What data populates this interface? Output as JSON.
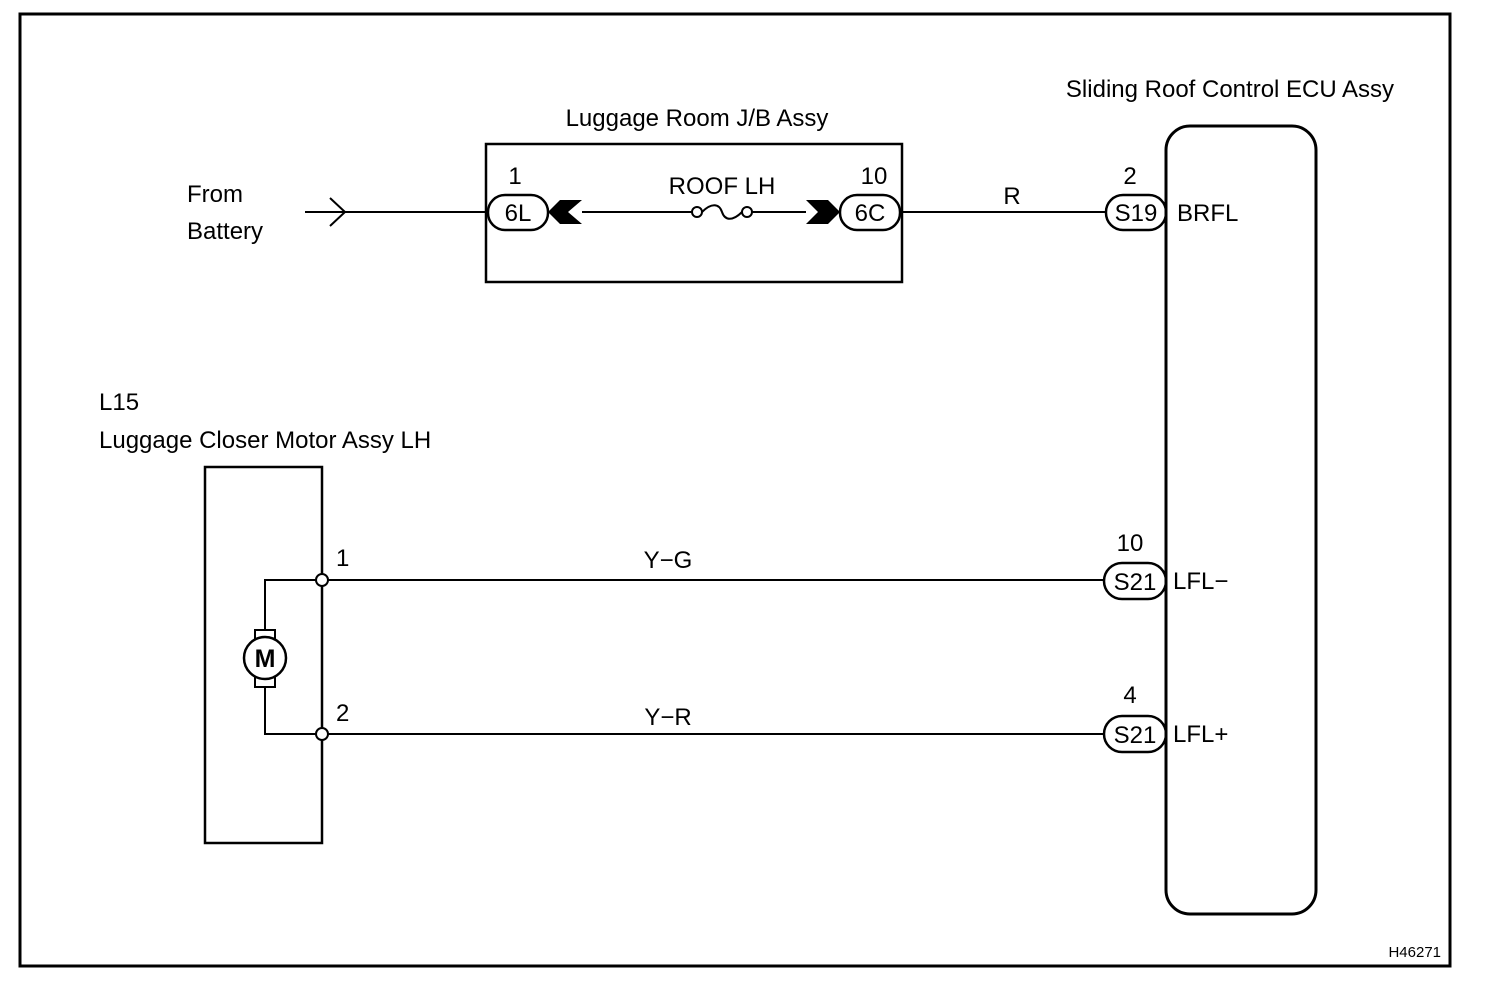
{
  "jb": {
    "title": "Luggage Room J/B Assy",
    "source": {
      "line1": "From",
      "line2": "Battery"
    },
    "fuse_label": "ROOF LH",
    "left_pin": "1",
    "left_connector": "6L",
    "right_pin": "10",
    "right_connector": "6C"
  },
  "ecu": {
    "title": "Sliding Roof Control ECU Assy",
    "terminals": [
      {
        "pin": "2",
        "connector": "S19",
        "name": "BRFL"
      },
      {
        "pin": "10",
        "connector": "S21",
        "name": "LFL−"
      },
      {
        "pin": "4",
        "connector": "S21",
        "name": "LFL+"
      }
    ]
  },
  "wires": {
    "battery_wire": "R",
    "wire_1": "Y−G",
    "wire_2": "Y−R"
  },
  "motor": {
    "code": "L15",
    "title": "Luggage Closer Motor Assy LH",
    "symbol": "M",
    "pin1": "1",
    "pin2": "2"
  },
  "figure_id": "H46271",
  "icons": {
    "fuse": "fuse-icon",
    "motor": "motor-icon",
    "arrow": "arrow-icon"
  }
}
